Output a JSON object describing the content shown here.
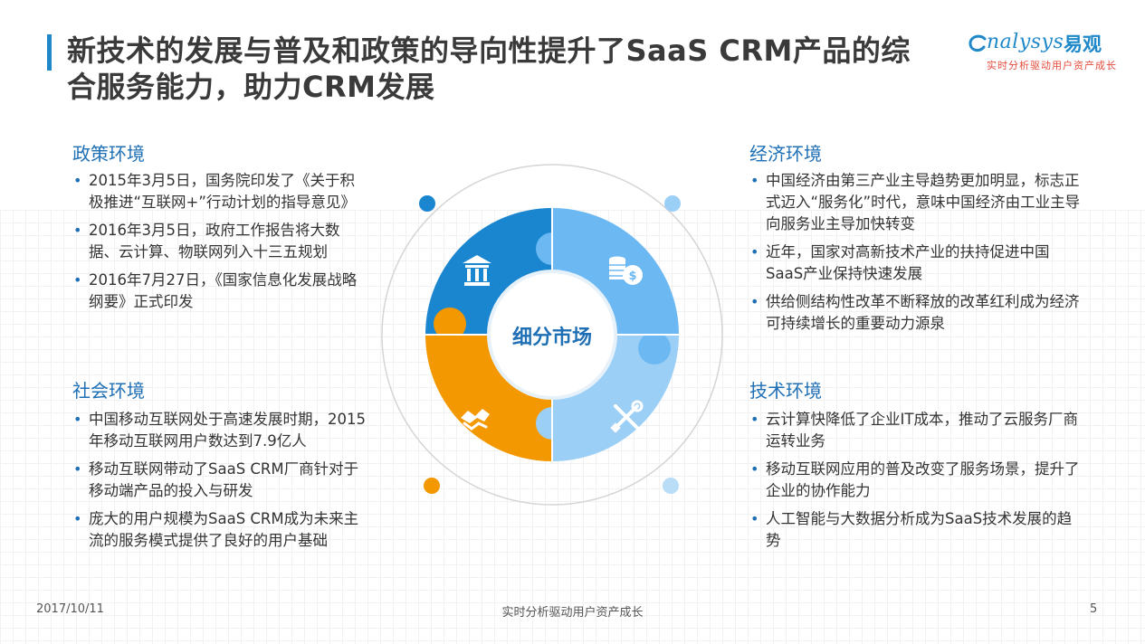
{
  "header": {
    "title": "新技术的发展与普及和政策的导向性提升了SaaS CRM产品的综合服务能力，助力CRM发展",
    "logo": {
      "word": "nalysys",
      "cn": "易观",
      "tagline": "实时分析驱动用户资产成长"
    }
  },
  "sections": {
    "policy": {
      "title": "政策环境",
      "items": [
        "2015年3月5日，国务院印发了《关于积极推进“互联网+”行动计划的指导意见》",
        "2016年3月5日，政府工作报告将大数据、云计算、物联网列入十三五规划",
        "2016年7月27日，《国家信息化发展战略纲要》正式印发"
      ]
    },
    "social": {
      "title": "社会环境",
      "items": [
        "中国移动互联网处于高速发展时期，2015年移动互联网用户数达到7.9亿人",
        "移动互联网带动了SaaS CRM厂商针对于移动端产品的投入与研发",
        "庞大的用户规模为SaaS CRM成为未来主流的服务模式提供了良好的用户基础"
      ]
    },
    "economic": {
      "title": "经济环境",
      "items": [
        "中国经济由第三产业主导趋势更加明显，标志正式迈入“服务化”时代，意味中国经济由工业主导向服务业主导加快转变",
        "近年，国家对高新技术产业的扶持促进中国SaaS产业保持快速发展",
        "供给侧结构性改革不断释放的改革红利成为经济可持续增长的重要动力源泉"
      ]
    },
    "tech": {
      "title": "技术环境",
      "items": [
        "云计算快降低了企业IT成本，推动了云服务厂商运转业务",
        "移动互联网应用的普及改变了服务场景，提升了企业的协作能力",
        "人工智能与大数据分析成为SaaS技术发展的趋势"
      ]
    }
  },
  "diagram": {
    "center_label": "细分市场",
    "icons": [
      "government-building-icon",
      "coins-icon",
      "handshake-icon",
      "tools-icon"
    ],
    "colors": {
      "top_left": "#1a86d0",
      "top_right": "#6cb8f2",
      "bottom_left": "#f39800",
      "bottom_right": "#9ccff5",
      "dot_top_left": "#1a86d0",
      "dot_top_right": "#9ccff5",
      "dot_bottom_left": "#f39800",
      "dot_bottom_right": "#b9dcf7"
    }
  },
  "footer": {
    "date": "2017/10/11",
    "center": "实时分析驱动用户资产成长",
    "page": "5"
  }
}
